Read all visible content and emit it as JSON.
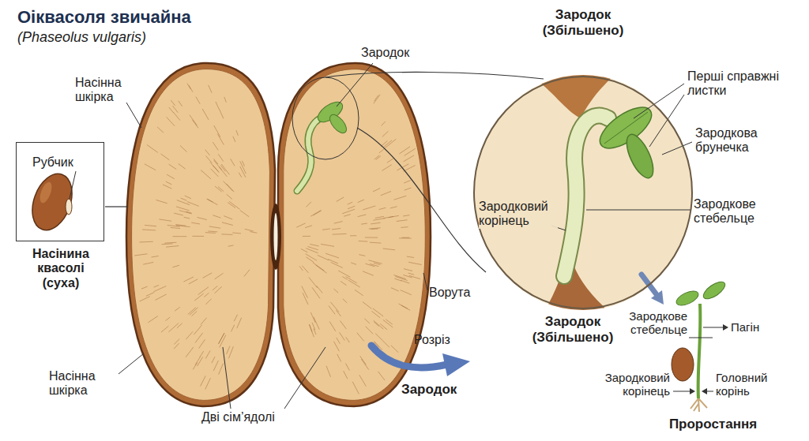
{
  "diagram": {
    "title": "Оіквасоля звичайна",
    "nodes": [
      {
        "text": [
          "Рубчик",
          "Насінина квасолі (суха)"
        ]
      },
      {
        "text": [
          "Зародок (Збільшено)",
          "Зародковий корінець"
        ]
      }
    ],
    "labels": [
      "(Phaseolus vulgaris)",
      "Насінна шкірка",
      "Зародок",
      "Перші справжні листки",
      "Зародкова брунечка",
      "Зародкове стебельце",
      "Ворута",
      "Розріз",
      "Зародок",
      "Зародок (Збільшено)",
      "Дві сім’ядолі",
      "Насінна шкірка",
      "Зародкове стебельце",
      "Пагін",
      "Зародковий корінець",
      "Головний корінь",
      "Проростання"
    ]
  }
}
